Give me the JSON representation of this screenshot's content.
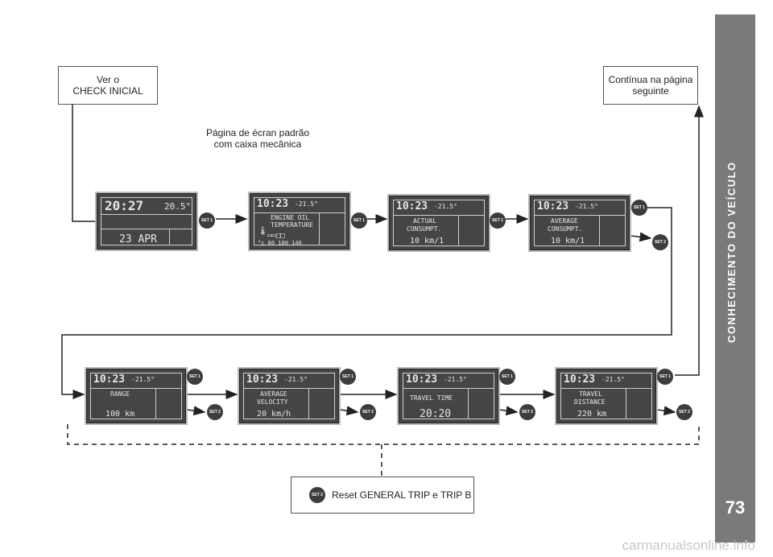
{
  "sidebar": {
    "title": "CONHECIMENTO DO VEÍCULO",
    "page_number": "73"
  },
  "boxes": {
    "check_initial": "Ver o\nCHECK INICIAL",
    "continue": "Contínua na página\nseguinte"
  },
  "caption": "Página de écran padrão\ncom caixa mecânica",
  "buttons": {
    "set1": "SET 1",
    "set2": "SET 2"
  },
  "reset_label": "Reset GENERAL TRIP e TRIP B",
  "screens": {
    "s1": {
      "time": "20:27",
      "temp": "20.5°",
      "date": "23 APR"
    },
    "header": {
      "time": "10:23",
      "temp": "-21.5°"
    },
    "engine_oil": {
      "line1": "ENGINE OIL",
      "line2": "TEMPERATURE",
      "scale": "°c  60  100  140"
    },
    "actual": {
      "line1": "ACTUAL",
      "line2": "CONSUMPT.",
      "value": "10 km/1"
    },
    "average_cons": {
      "line1": "AVERAGE",
      "line2": "CONSUMPT.",
      "value": "10 km/1"
    },
    "range": {
      "line1": "RANGE",
      "value": "100 km"
    },
    "avg_vel": {
      "line1": "AVERAGE",
      "line2": "VELOCITY",
      "value": "20 km/h"
    },
    "travel_time": {
      "line1": "TRAVEL TIME",
      "value": "20:20"
    },
    "travel_dist": {
      "line1": "TRAVEL",
      "line2": "DISTANCE",
      "value": "220 km"
    }
  },
  "watermark": "carmanualsonline.info"
}
